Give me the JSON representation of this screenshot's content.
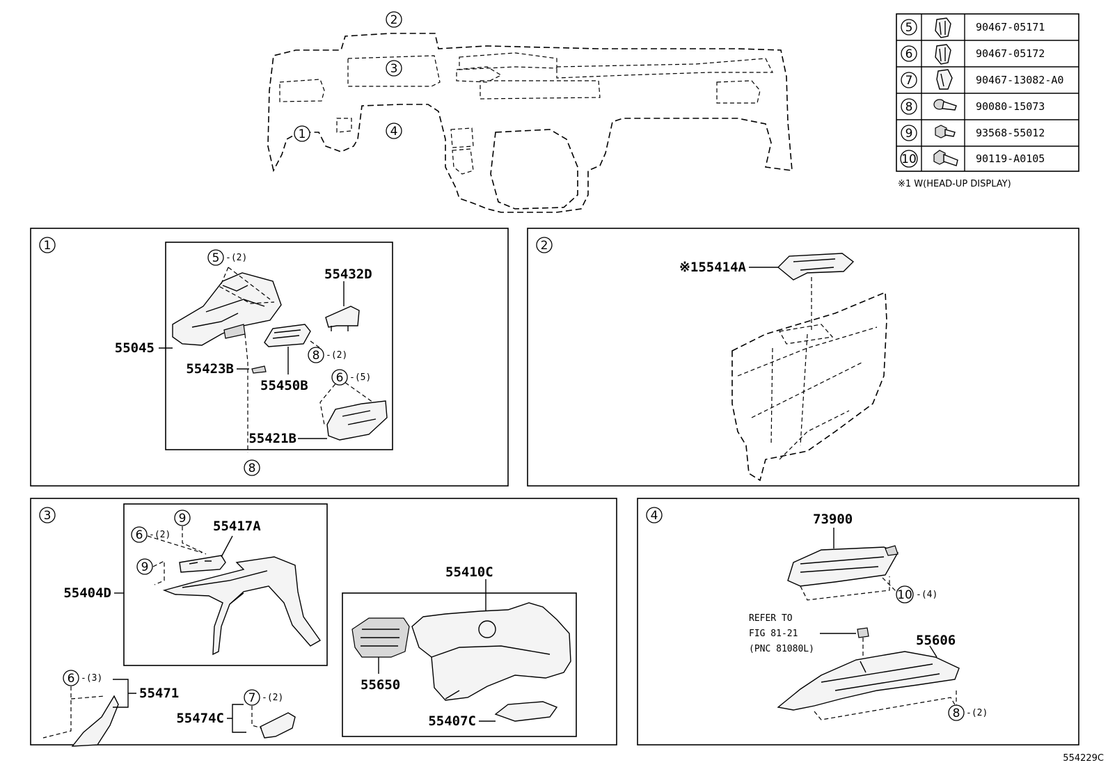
{
  "overview": {
    "zones": [
      "1",
      "2",
      "3",
      "4"
    ]
  },
  "fastener_table": {
    "rows": [
      {
        "ref": "5",
        "icon": "clip-icon",
        "part": "90467-05171"
      },
      {
        "ref": "6",
        "icon": "clip-icon",
        "part": "90467-05172"
      },
      {
        "ref": "7",
        "icon": "push-clip-icon",
        "part": "90467-13082-A0"
      },
      {
        "ref": "8",
        "icon": "screw-icon",
        "part": "90080-15073"
      },
      {
        "ref": "9",
        "icon": "flange-nut-icon",
        "part": "93568-55012"
      },
      {
        "ref": "10",
        "icon": "bolt-icon",
        "part": "90119-A0105"
      }
    ],
    "note": "※1 W(HEAD-UP DISPLAY)"
  },
  "panel1": {
    "id": "1",
    "labels": {
      "p55045": "55045",
      "p55432D": "55432D",
      "p55423B": "55423B",
      "p55450B": "55450B",
      "p55421B": "55421B"
    },
    "callouts": {
      "c5": "5",
      "c5qty": "-(2)",
      "c8a": "8",
      "c8aqty": "-(2)",
      "c6": "6",
      "c6qty": "-(5)",
      "c8b": "8"
    }
  },
  "panel2": {
    "id": "2",
    "labels": {
      "p55414A": "※155414A"
    }
  },
  "panel3": {
    "id": "3",
    "labels": {
      "p55417A": "55417A",
      "p55404D": "55404D",
      "p55471": "55471",
      "p55474C": "55474C",
      "p55410C": "55410C",
      "p55650": "55650",
      "p55407C": "55407C"
    },
    "callouts": {
      "c9a": "9",
      "c6a": "6",
      "c6aqty": "-(2)",
      "c9b": "9",
      "c6b": "6",
      "c6bqty": "-(3)",
      "c7": "7",
      "c7qty": "-(2)"
    }
  },
  "panel4": {
    "id": "4",
    "labels": {
      "p73900": "73900",
      "p55606": "55606",
      "refer1": "REFER TO",
      "refer2": "FIG 81-21",
      "refer3": "(PNC 81080L)"
    },
    "callouts": {
      "c10": "10",
      "c10qty": "-(4)",
      "c8": "8",
      "c8qty": "-(2)"
    }
  },
  "figure_code": "554229C"
}
